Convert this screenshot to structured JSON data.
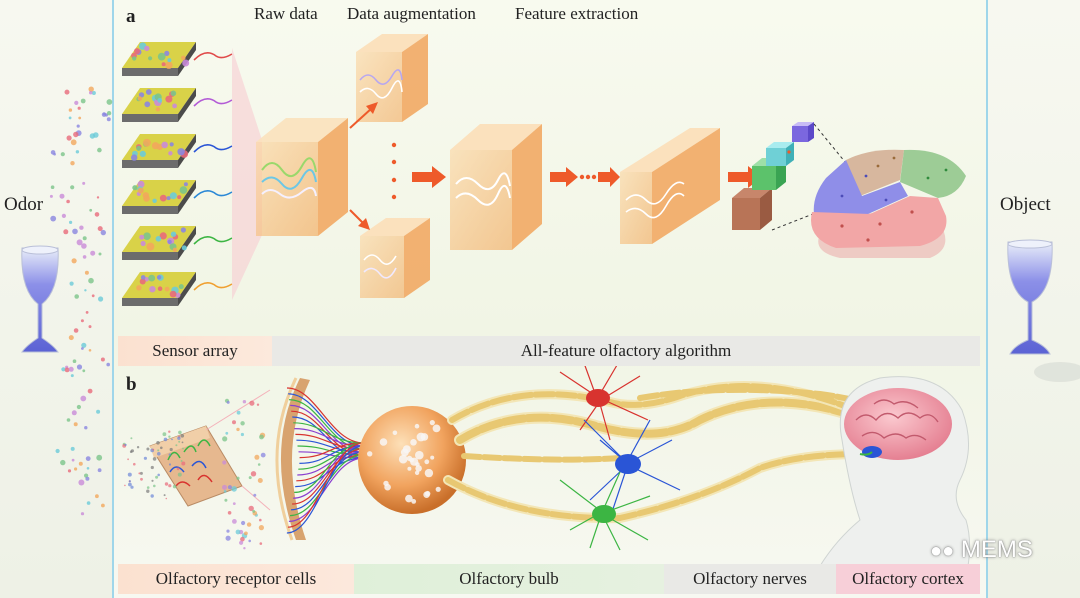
{
  "panel_a": {
    "letter": "a",
    "headers": {
      "raw_data": "Raw data",
      "augmentation": "Data augmentation",
      "extraction": "Feature extraction"
    },
    "band_left": "Sensor array",
    "band_right": "All-feature olfactory algorithm"
  },
  "panel_b": {
    "letter": "b",
    "bands": {
      "receptor": "Olfactory receptor cells",
      "bulb": "Olfactory bulb",
      "nerves": "Olfactory nerves",
      "cortex": "Olfactory cortex"
    }
  },
  "side": {
    "left_label": "Odor",
    "right_label": "Object"
  },
  "watermark": "MEMS",
  "colors": {
    "frame_border": "#9fd6ea",
    "box_orange": "#f6b870",
    "arrow_red": "#ee5a2a",
    "band_peach": "#fbe1d0",
    "band_grey": "#e9e9e6",
    "band_green": "#dbeed6",
    "band_pink": "#f7cfd8",
    "brain_pink": "#f2a2ae",
    "bulb_orange": "#f0a058",
    "nerve_yellow": "#eed080",
    "neuron_red": "#d8332f",
    "neuron_blue": "#2a55d6",
    "neuron_green": "#3cb543"
  }
}
